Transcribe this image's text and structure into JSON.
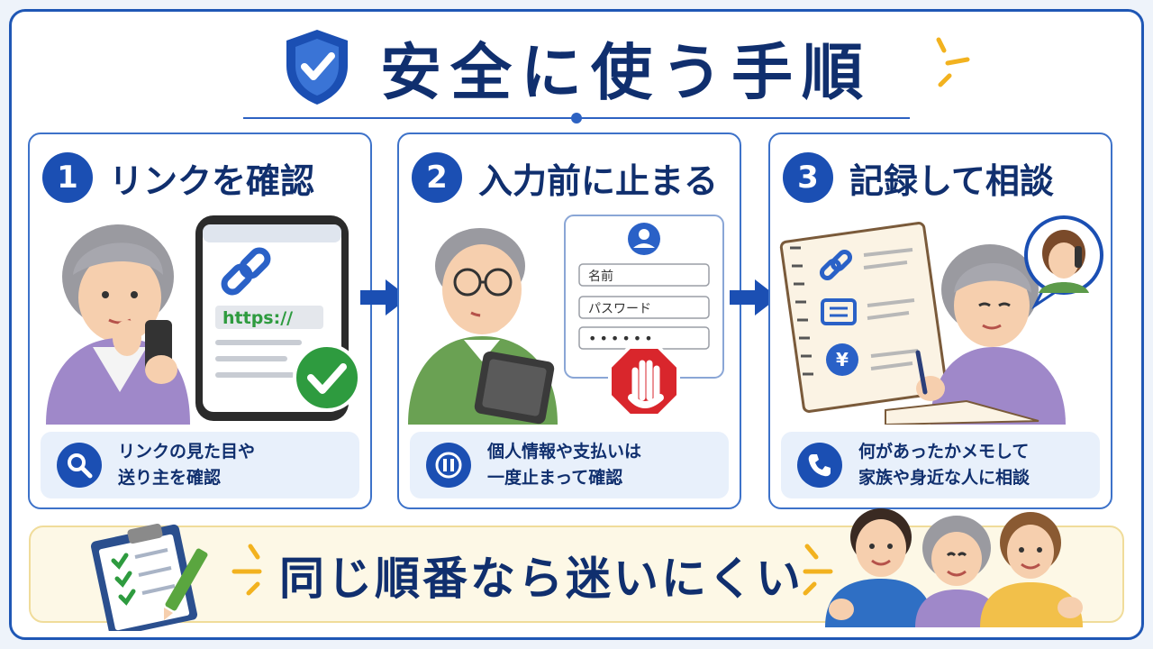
{
  "header": {
    "title": "安全に使う手順",
    "icon": "shield-check-icon"
  },
  "colors": {
    "primary": "#1b4fb3",
    "title_text": "#102f6e",
    "accent_yellow": "#f2b21f",
    "check_green": "#2e9b3f",
    "stop_red": "#d9262c",
    "note_bg": "#e8f0fb",
    "banner_bg": "#fdf8e6"
  },
  "steps": [
    {
      "number": "1",
      "title": "リンクを確認",
      "url_text": "https://",
      "note_icon": "magnifier-icon",
      "note_lines": [
        "リンクの見た目や",
        "送り主を確認"
      ]
    },
    {
      "number": "2",
      "title": "入力前に止まる",
      "form": {
        "name_label": "名前",
        "password_label": "パスワード",
        "masked_value": "••••••"
      },
      "note_icon": "pause-icon",
      "note_lines": [
        "個人情報や支払いは",
        "一度止まって確認"
      ]
    },
    {
      "number": "3",
      "title": "記録して相談",
      "yen_symbol": "¥",
      "note_icon": "phone-icon",
      "note_lines": [
        "何があったかメモして",
        "家族や身近な人に相談"
      ]
    }
  ],
  "banner": {
    "text": "同じ順番なら迷いにくい",
    "icon": "clipboard-checklist-icon"
  }
}
